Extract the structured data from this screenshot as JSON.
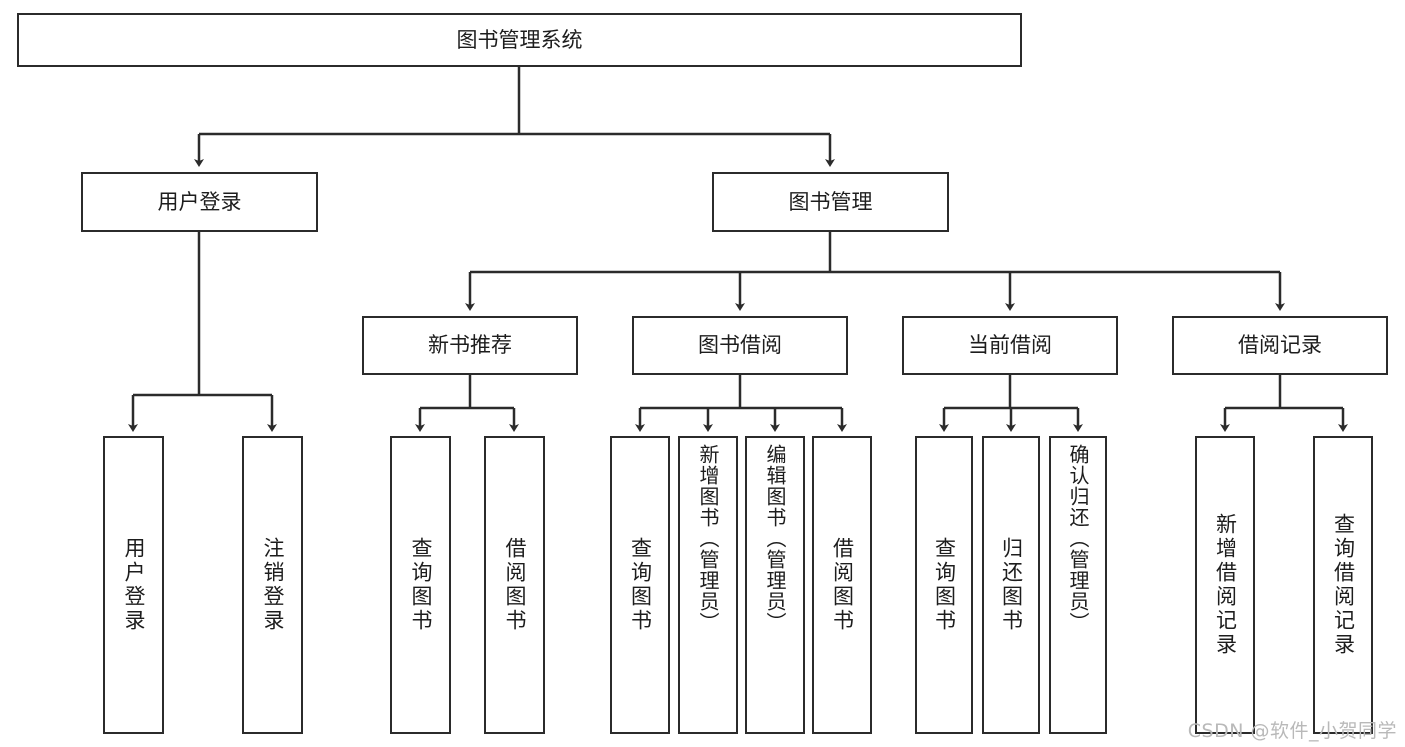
{
  "diagram": {
    "title": "图书管理系统",
    "theme": {
      "background": "#ffffff",
      "node_border": "#2b2b2b",
      "node_fill": "#ffffff",
      "edge_color": "#2b2b2b",
      "text_color": "#1d1d1d",
      "watermark_color": "#b9b9b9"
    },
    "watermark": "CSDN @软件_小贺同学",
    "nodes": {
      "root": {
        "label": "图书管理系统"
      },
      "level2": [
        {
          "id": "user-login",
          "label": "用户登录"
        },
        {
          "id": "book-management",
          "label": "图书管理"
        }
      ],
      "level3": [
        {
          "id": "new-book-recommend",
          "label": "新书推荐"
        },
        {
          "id": "book-borrow",
          "label": "图书借阅"
        },
        {
          "id": "current-borrow",
          "label": "当前借阅"
        },
        {
          "id": "borrow-record",
          "label": "借阅记录"
        }
      ],
      "leaves": [
        {
          "id": "leaf-user-login",
          "label": "用户登录",
          "parent": "user-login"
        },
        {
          "id": "leaf-user-logout",
          "label": "注销登录",
          "parent": "user-login"
        },
        {
          "id": "leaf-query-book-1",
          "label": "查询图书",
          "parent": "new-book-recommend"
        },
        {
          "id": "leaf-borrow-book-1",
          "label": "借阅图书",
          "parent": "new-book-recommend"
        },
        {
          "id": "leaf-query-book-2",
          "label": "查询图书",
          "parent": "book-borrow"
        },
        {
          "id": "leaf-add-book",
          "label": "新增图书（管理员）",
          "parent": "book-borrow"
        },
        {
          "id": "leaf-edit-book",
          "label": "编辑图书（管理员）",
          "parent": "book-borrow"
        },
        {
          "id": "leaf-borrow-book-2",
          "label": "借阅图书",
          "parent": "book-borrow"
        },
        {
          "id": "leaf-query-book-3",
          "label": "查询图书",
          "parent": "current-borrow"
        },
        {
          "id": "leaf-return-book",
          "label": "归还图书",
          "parent": "current-borrow"
        },
        {
          "id": "leaf-confirm-return",
          "label": "确认归还（管理员）",
          "parent": "current-borrow"
        },
        {
          "id": "leaf-add-record",
          "label": "新增借阅记录",
          "parent": "borrow-record"
        },
        {
          "id": "leaf-query-record",
          "label": "查询借阅记录",
          "parent": "borrow-record"
        }
      ]
    }
  }
}
